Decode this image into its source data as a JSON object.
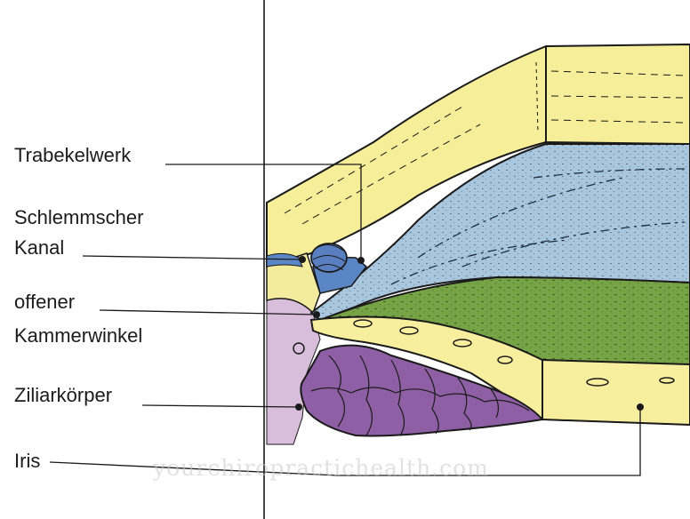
{
  "labels": {
    "trabekelwerk": "Trabekelwerk",
    "schlemm_line1": "Schlemmscher",
    "schlemm_line2": "Kanal",
    "winkel_line1": "offener",
    "winkel_line2": "Kammerwinkel",
    "ziliar": "Ziliarkörper",
    "iris": "Iris"
  },
  "watermark": "yourchiropractichealth.com",
  "colors": {
    "sclera": "#f6ee98",
    "cornea_blue": "#a9c6df",
    "lens_green": "#75a345",
    "ciliary_purple": "#8e5fa5",
    "pale_purple": "#d9bedb",
    "outline": "#1a1a1a"
  }
}
